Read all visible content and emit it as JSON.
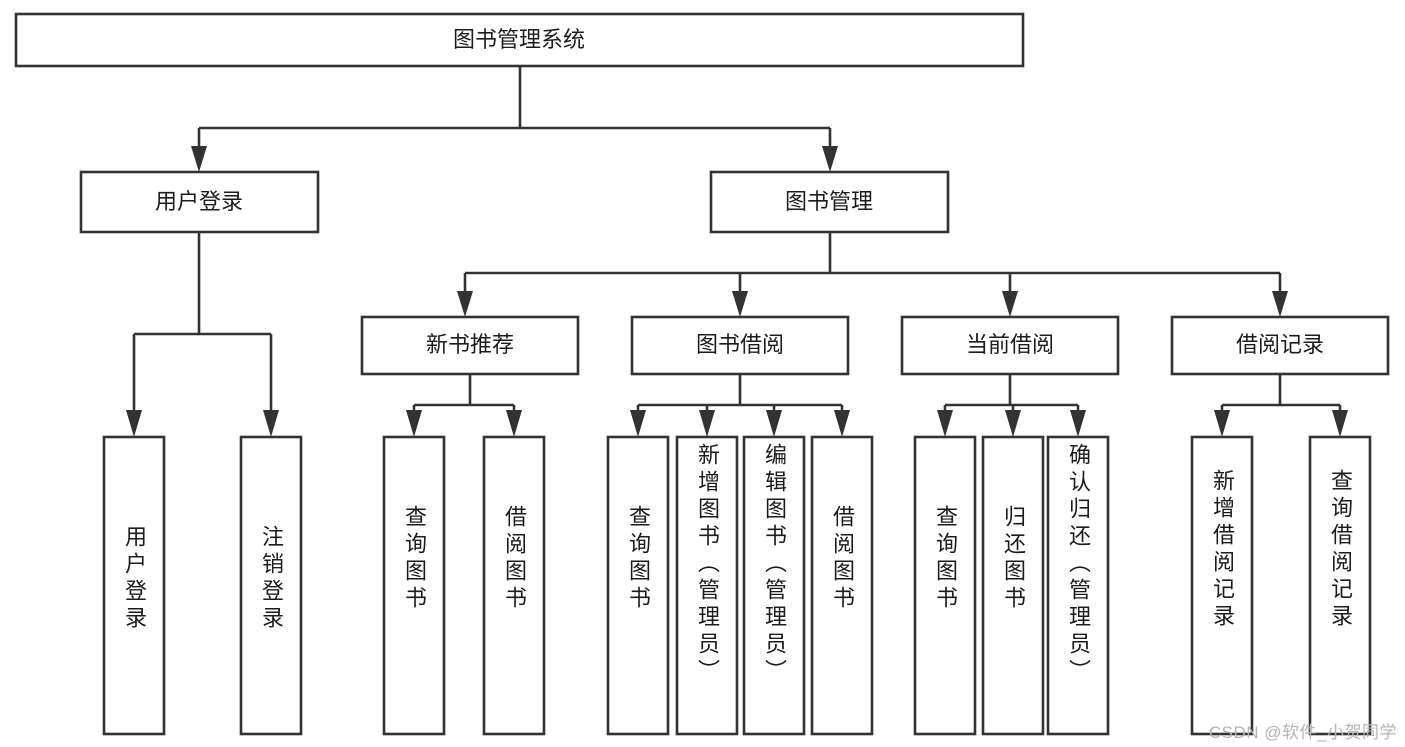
{
  "diagram": {
    "title": "图书管理系统",
    "type": "hierarchy-tree",
    "colors": {
      "box_stroke": "#333333",
      "box_fill": "#ffffff",
      "text": "#1c1c1c",
      "background": "#ffffff",
      "watermark": "#b4b4b4"
    },
    "root": {
      "id": "root",
      "label": "图书管理系统",
      "orientation": "horizontal"
    },
    "level2": [
      {
        "id": "user-login",
        "label": "用户登录",
        "orientation": "horizontal"
      },
      {
        "id": "book-manage",
        "label": "图书管理",
        "orientation": "horizontal"
      }
    ],
    "level3": [
      {
        "id": "new-book-recommend",
        "label": "新书推荐",
        "parent": "book-manage",
        "orientation": "horizontal"
      },
      {
        "id": "book-borrow",
        "label": "图书借阅",
        "parent": "book-manage",
        "orientation": "horizontal"
      },
      {
        "id": "current-borrow",
        "label": "当前借阅",
        "parent": "book-manage",
        "orientation": "horizontal"
      },
      {
        "id": "borrow-record",
        "label": "借阅记录",
        "parent": "book-manage",
        "orientation": "horizontal"
      }
    ],
    "leaves": [
      {
        "id": "leaf-user-login",
        "label": "用户登录",
        "parent": "user-login",
        "orientation": "vertical"
      },
      {
        "id": "leaf-logout-login",
        "label": "注销登录",
        "parent": "user-login",
        "orientation": "vertical"
      },
      {
        "id": "leaf-query-book-1",
        "label": "查询图书",
        "parent": "new-book-recommend",
        "orientation": "vertical"
      },
      {
        "id": "leaf-borrow-book-1",
        "label": "借阅图书",
        "parent": "new-book-recommend",
        "orientation": "vertical"
      },
      {
        "id": "leaf-query-book-2",
        "label": "查询图书",
        "parent": "book-borrow",
        "orientation": "vertical"
      },
      {
        "id": "leaf-add-book",
        "label": "新增图书（管理员）",
        "parent": "book-borrow",
        "orientation": "vertical"
      },
      {
        "id": "leaf-edit-book",
        "label": "编辑图书（管理员）",
        "parent": "book-borrow",
        "orientation": "vertical"
      },
      {
        "id": "leaf-borrow-book-2",
        "label": "借阅图书",
        "parent": "book-borrow",
        "orientation": "vertical"
      },
      {
        "id": "leaf-query-book-3",
        "label": "查询图书",
        "parent": "current-borrow",
        "orientation": "vertical"
      },
      {
        "id": "leaf-return-book",
        "label": "归还图书",
        "parent": "current-borrow",
        "orientation": "vertical"
      },
      {
        "id": "leaf-confirm-return",
        "label": "确认归还（管理员）",
        "parent": "current-borrow",
        "orientation": "vertical"
      },
      {
        "id": "leaf-add-record",
        "label": "新增借阅记录",
        "parent": "borrow-record",
        "orientation": "vertical"
      },
      {
        "id": "leaf-query-record",
        "label": "查询借阅记录",
        "parent": "borrow-record",
        "orientation": "vertical"
      }
    ],
    "watermark": "CSDN @软件_小贺同学"
  }
}
